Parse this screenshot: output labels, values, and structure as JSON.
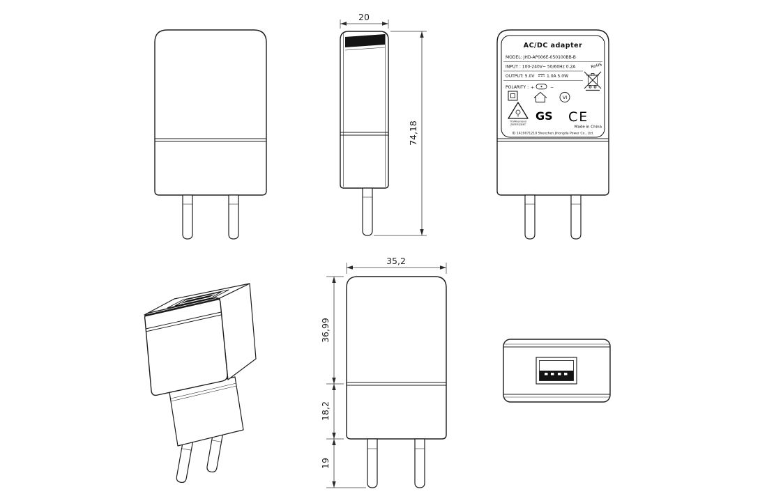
{
  "drawing": {
    "dims": {
      "side_width": "20",
      "side_height": "74,18",
      "front_width": "35,2",
      "front_upper_height": "36,99",
      "front_lower_height": "18,2",
      "pin_length": "19"
    },
    "label": {
      "title": "AC/DC  adapter",
      "model": "MODEL: JHD-AP006E-050100BB-B",
      "input": "INPUT : 100-240V~ 50/60Hz  0.2A",
      "output_left": "OUTPUT: 5.0V",
      "output_right": "1.0A  5.0W",
      "polarity": "POLARITY :",
      "plus": "+",
      "minus": "−",
      "rohs": "RoHS",
      "efficiency": "VI",
      "tuv_small_1": "TÜVRheinland",
      "tuv_small_2": "ZERTIFIZIERT",
      "gs": "GS",
      "ce": "CE",
      "made_in": "Made in China",
      "footer": "ID 1419071210  Shenzhen Jihongda Power Co., Ltd."
    }
  }
}
